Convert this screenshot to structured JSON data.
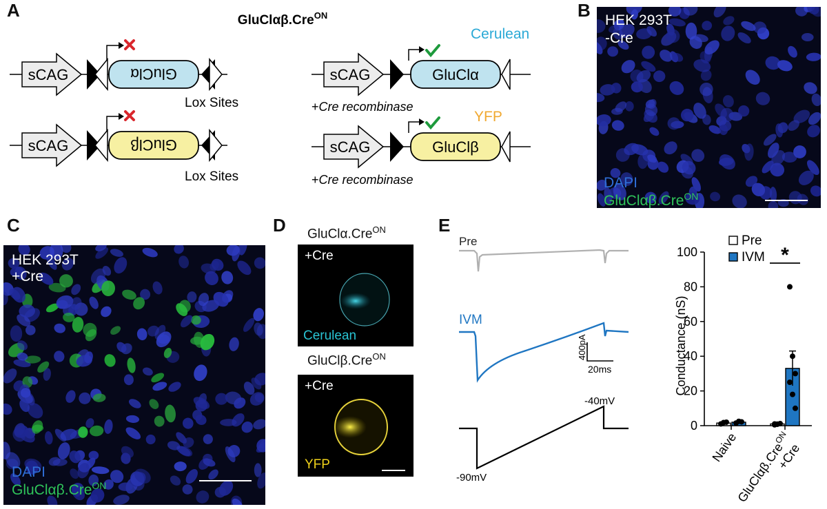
{
  "panels": {
    "A": "A",
    "B": "B",
    "C": "C",
    "D": "D",
    "E": "E"
  },
  "panel_a": {
    "title": "GluClαβ.Cre",
    "title_sup": "ON",
    "promoter": "sCAG",
    "gene_alpha": "GluClα",
    "gene_beta": "GluClβ",
    "gene_alpha_flipped": "GluClα",
    "gene_beta_flipped": "GluClβ",
    "lox_label": "Lox Sites",
    "cre_label_plus": "+",
    "cre_label": "Cre recombinase",
    "fp_alpha": "Cerulean",
    "fp_beta": "YFP",
    "colors": {
      "alpha_fill": "#bfe3ef",
      "beta_fill": "#f7f0a2",
      "cross": "#d9262c",
      "check": "#1e9a3c",
      "cerulean_text": "#2aa9d6",
      "yfp_text": "#f0a830"
    }
  },
  "panel_b": {
    "line1": "HEK 293T",
    "line2": "-Cre",
    "legend_dapi": "DAPI",
    "legend_glucl": "GluClαβ.Cre",
    "legend_sup": "ON"
  },
  "panel_c": {
    "line1": "HEK 293T",
    "line2": "+Cre",
    "legend_dapi": "DAPI",
    "legend_glucl": "GluClαβ.Cre",
    "legend_sup": "ON"
  },
  "panel_d": {
    "top_title": "GluClα.Cre",
    "top_sup": "ON",
    "top_cre": "+Cre",
    "top_fp": "Cerulean",
    "bottom_title": "GluClβ.Cre",
    "bottom_sup": "ON",
    "bottom_cre": "+Cre",
    "bottom_fp": "YFP"
  },
  "panel_e": {
    "trace_pre": "Pre",
    "trace_ivm": "IVM",
    "scale_current": "400pA",
    "scale_time": "20ms",
    "v_high": "-40mV",
    "v_low": "-90mV",
    "colors": {
      "pre": "#b0b0b0",
      "ivm": "#1f76c2",
      "voltage": "#000000"
    }
  },
  "chart_data": {
    "type": "bar",
    "ylabel": "Conductance (nS)",
    "ylim": [
      0,
      100
    ],
    "yticks": [
      0,
      20,
      40,
      60,
      80,
      100
    ],
    "categories": [
      "Naive",
      "GluClαβ.Cre"
    ],
    "category_sup": [
      "",
      "ON"
    ],
    "category_sub": [
      "",
      "+Cre"
    ],
    "legend_position": "top-left",
    "significance": "*",
    "series": [
      {
        "name": "Pre",
        "color": "#ffffff",
        "values": [
          1.5,
          1.0
        ],
        "errors": [
          0.5,
          0.4
        ],
        "points": [
          [
            1.0,
            1.8,
            2.0
          ],
          [
            0.5,
            0.8,
            1.2,
            1.0,
            0.9
          ]
        ]
      },
      {
        "name": "IVM",
        "color": "#1f76c2",
        "values": [
          2.0,
          33
        ],
        "errors": [
          0.6,
          10
        ],
        "points": [
          [
            1.5,
            2.5,
            2.2
          ],
          [
            80,
            40,
            30,
            25,
            18,
            10
          ]
        ]
      }
    ]
  }
}
